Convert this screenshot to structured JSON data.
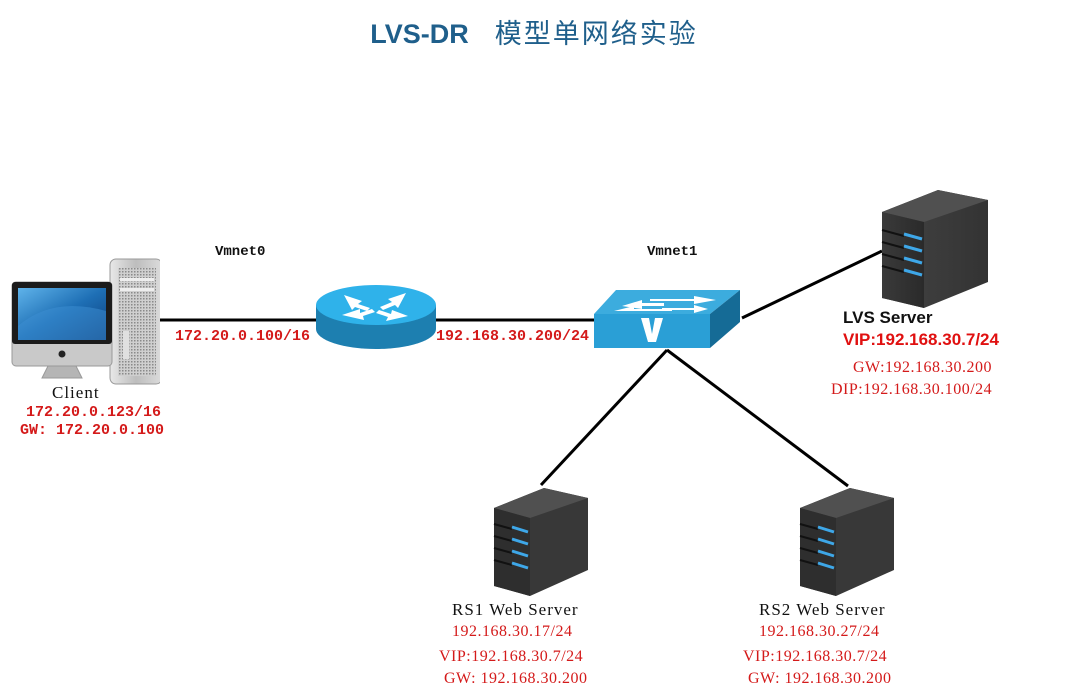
{
  "title": {
    "main": "LVS-DR",
    "sub": "模型单网络实验"
  },
  "networks": {
    "vmnet0": "Vmnet0",
    "vmnet1": "Vmnet1"
  },
  "client": {
    "name": "Client",
    "ip": "172.20.0.123/16",
    "gw": "GW: 172.20.0.100"
  },
  "router": {
    "left_ip": "172.20.0.100/16",
    "right_ip": "192.168.30.200/24"
  },
  "lvs_server": {
    "name": "LVS Server",
    "vip": "VIP:192.168.30.7/24",
    "gw": "GW:192.168.30.200",
    "dip": "DIP:192.168.30.100/24"
  },
  "rs1": {
    "name": "RS1 Web Server",
    "ip": "192.168.30.17/24",
    "vip": "VIP:192.168.30.7/24",
    "gw": "GW: 192.168.30.200"
  },
  "rs2": {
    "name": "RS2 Web Server",
    "ip": "192.168.30.27/24",
    "vip": "VIP:192.168.30.7/24",
    "gw": "GW: 192.168.30.200"
  },
  "colors": {
    "title": "#1f5f8b",
    "ip_text": "#d41a1a",
    "device_blue": "#2a9fd6"
  }
}
